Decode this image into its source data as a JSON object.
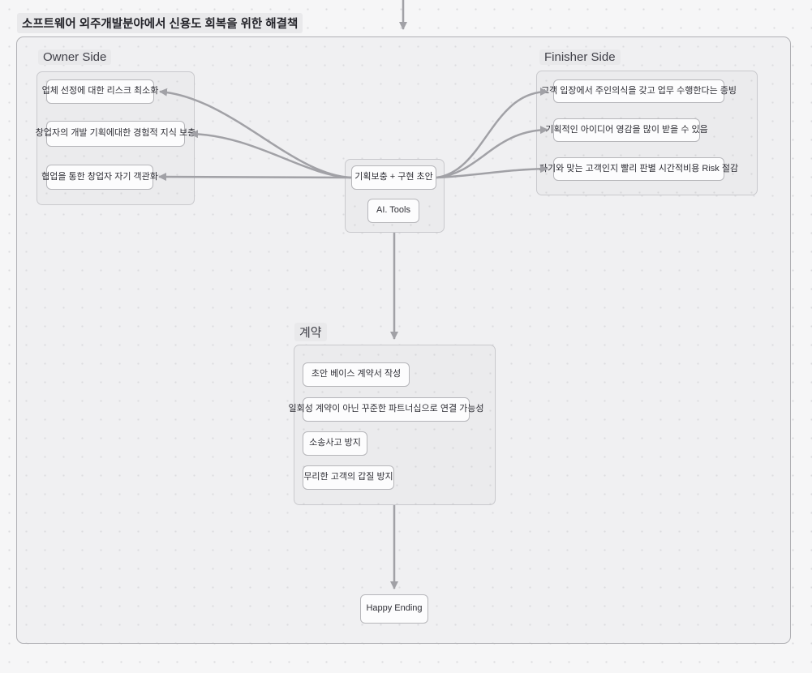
{
  "page": {
    "title": "소프트웨어 외주개발분야에서 신용도 회복을 위한 해결책"
  },
  "groups": {
    "owner": {
      "label": "Owner Side",
      "items": [
        "업체 선정에 대한 리스크 최소화",
        "창업자의 개발 기획에대한 경험적 지식 보충",
        "협업을 통한 창업자 자기 객관화"
      ]
    },
    "finisher": {
      "label": "Finisher Side",
      "items": [
        "고객 입장에서 주인의식을 갖고 업무 수행한다는 증빙",
        "기획적인 아이디어 영감을 많이 받을 수 있음",
        "자기와 맞는 고객인지 빨리 판별 시간적비용 Risk 절감"
      ]
    },
    "contract": {
      "label": "계약",
      "items": [
        "초안 베이스 계약서 작성",
        "일회성 계약이 아닌 꾸준한 파트너십으로 연결 가능성",
        "소송사고 방지",
        "무리한 고객의 갑질 방지"
      ]
    }
  },
  "center": {
    "primary": "기획보충 + 구현 초안",
    "secondary": "AI. Tools"
  },
  "end_node": {
    "label": "Happy Ending"
  },
  "colors": {
    "arrow": "#a1a1a6",
    "canvas_bg": "#f0f0f2",
    "group_bg": "#ebebed",
    "node_bg": "#fcfcfd",
    "label_bg": "#e9e9eb"
  }
}
